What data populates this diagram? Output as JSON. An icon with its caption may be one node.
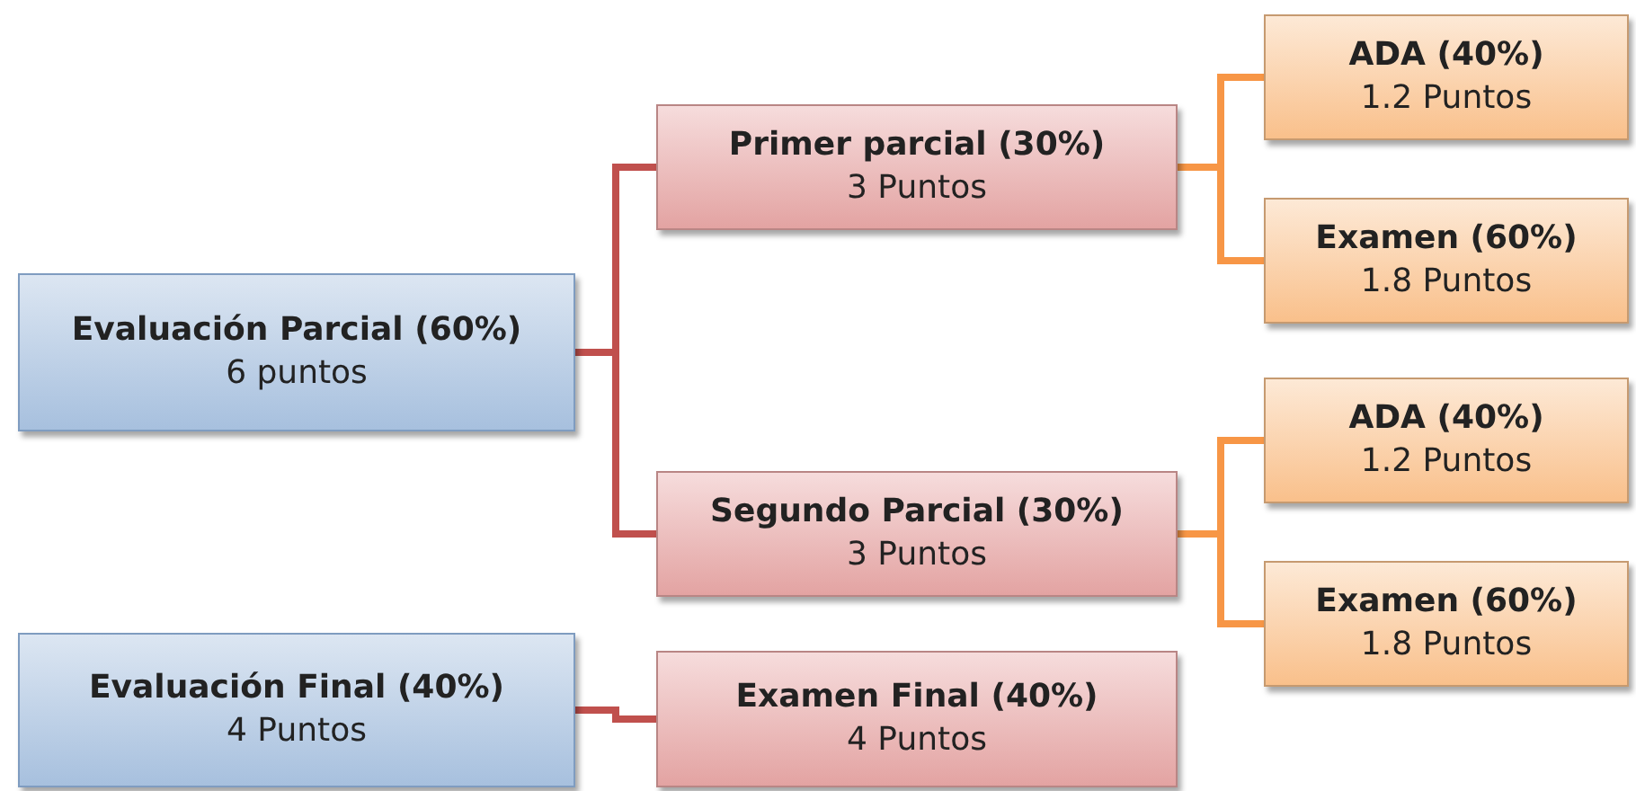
{
  "diagram": {
    "nodes": [
      {
        "text": [
          "Evaluación Parcial (60%)",
          "6 puntos"
        ]
      },
      {
        "text": [
          "Primer parcial (30%)",
          "3 Puntos"
        ]
      },
      {
        "text": [
          "ADA (40%)",
          "1.2 Puntos"
        ]
      },
      {
        "text": [
          "Examen (60%)",
          "1.8 Puntos"
        ]
      },
      {
        "text": [
          "Segundo Parcial (30%)",
          "3 Puntos"
        ]
      },
      {
        "text": [
          "ADA (40%)",
          "1.2 Puntos"
        ]
      },
      {
        "text": [
          "Examen (60%)",
          "1.8 Puntos"
        ]
      },
      {
        "text": [
          "Evaluación Final (40%)",
          "4 Puntos"
        ]
      },
      {
        "text": [
          "Examen Final (40%)",
          "4 Puntos"
        ]
      }
    ],
    "edges": [
      {
        "from": 0,
        "to": 1,
        "arrow": "none",
        "color": "#c0504d"
      },
      {
        "from": 0,
        "to": 4,
        "arrow": "none",
        "color": "#c0504d"
      },
      {
        "from": 1,
        "to": 2,
        "arrow": "none"
      },
      {
        "from": 1,
        "to": 3,
        "arrow": "none"
      },
      {
        "from": 4,
        "to": 5,
        "arrow": "none"
      },
      {
        "from": 4,
        "to": 6,
        "arrow": "none"
      },
      {
        "from": 7,
        "to": 8,
        "arrow": "none",
        "color": "#c0504d"
      }
    ]
  }
}
